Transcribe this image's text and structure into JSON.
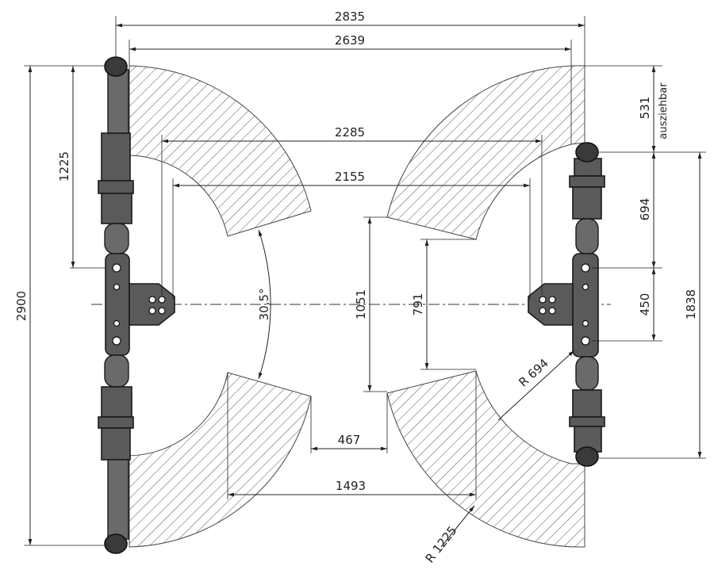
{
  "dimensions": {
    "total_width": "2835",
    "arm_pad_width": "2639",
    "inner_width_upper": "2285",
    "inner_width_lower": "2155",
    "upper_arm_length": "1225",
    "total_height": "2900",
    "extendable": "531",
    "extendable_note": "ausziehbar",
    "short_arm_offset": "694",
    "pivot_offset": "450",
    "short_arm_span": "1838",
    "angle": "30,5°",
    "inner_gap_large": "1051",
    "inner_gap_small": "791",
    "zone_gap": "467",
    "zone_span": "1493",
    "radius_small": "R 694",
    "radius_large": "R 1225"
  }
}
